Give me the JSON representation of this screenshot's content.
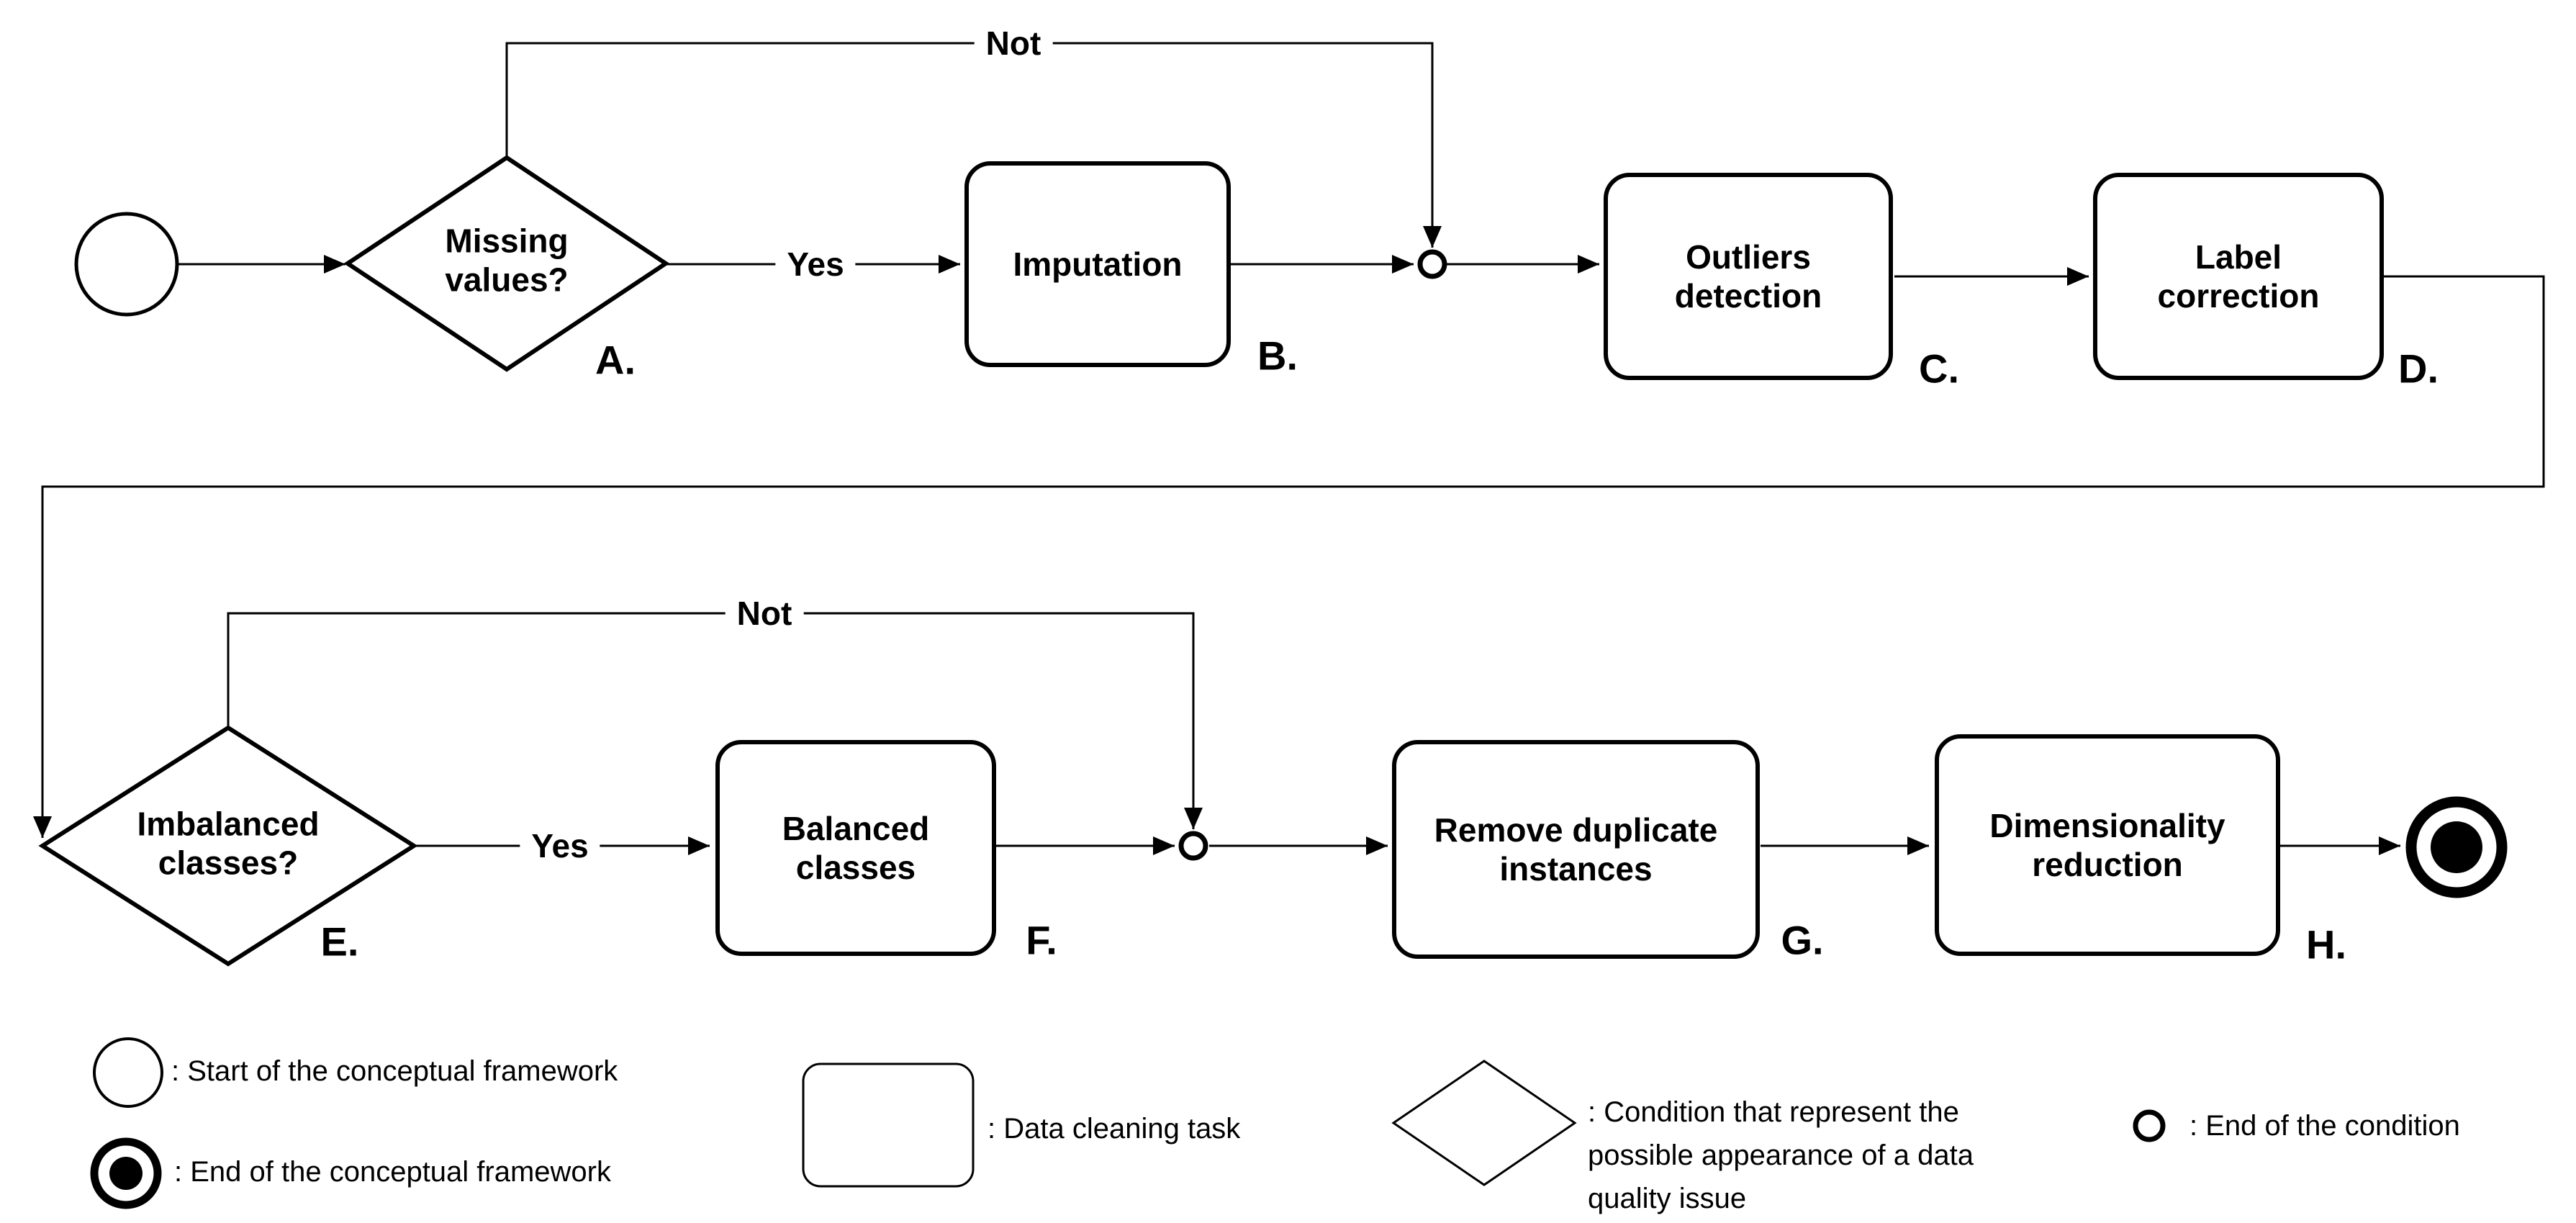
{
  "diagram": {
    "row1": {
      "decision": {
        "label": "Missing\nvalues?",
        "tag": "A."
      },
      "yes_label": "Yes",
      "not_label": "Not",
      "task_b": {
        "label": "Imputation",
        "tag": "B."
      },
      "task_c": {
        "label": "Outliers\ndetection",
        "tag": "C."
      },
      "task_d": {
        "label": "Label\ncorrection",
        "tag": "D."
      }
    },
    "row2": {
      "decision": {
        "label": "Imbalanced\nclasses?",
        "tag": "E."
      },
      "yes_label": "Yes",
      "not_label": "Not",
      "task_f": {
        "label": "Balanced\nclasses",
        "tag": "F."
      },
      "task_g": {
        "label": "Remove duplicate\ninstances",
        "tag": "G."
      },
      "task_h": {
        "label": "Dimensionality\nreduction",
        "tag": "H."
      }
    }
  },
  "legend": {
    "start": ": Start of the conceptual framework",
    "end": ": End of the conceptual framework",
    "task": ": Data cleaning task",
    "condition": ": Condition that represent the\npossible appearance of a data\nquality issue",
    "condition_end": ": End of the condition"
  },
  "symbols": {
    "start_event": "open-circle",
    "end_event": "bullseye-circle",
    "condition": "diamond",
    "condition_end": "small-open-circle",
    "task": "rounded-rectangle"
  },
  "colors": {
    "line": "#000000",
    "fill": "#ffffff"
  }
}
